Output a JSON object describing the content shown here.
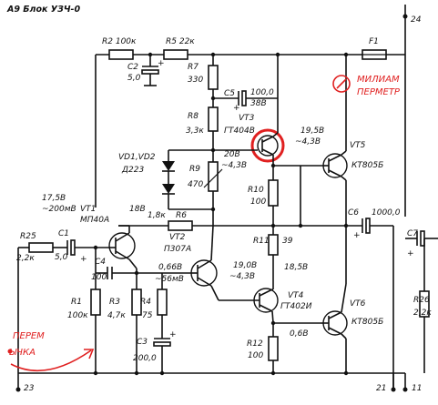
{
  "title": "А9 Блок УЗЧ-0",
  "terminals": {
    "t24": "24",
    "t23": "23",
    "t21": "21",
    "t11": "11"
  },
  "symbols": {
    "plus": "+"
  },
  "notes": {
    "milliammeter_line1": "МИЛИАМ",
    "milliammeter_line2": "ПЕРМЕТР",
    "jumper_line1": "ПЕРЕМ",
    "jumper_line2": "ЫЧКА"
  },
  "components": {
    "r2": "R2  100к",
    "r5": "R5  22к",
    "f1": "F1",
    "c2": "C2",
    "c2_value": "5,0",
    "r7": "R7",
    "r7_value": "330",
    "c5": "C5",
    "c5_value": "100,0",
    "c5_voltage": "38В",
    "r8": "R8",
    "r8_value": "3,3к",
    "vt3": "VT3",
    "vt3_type": "ГТ404В",
    "vt5": "VT5",
    "vt5_type": "КТ805Б",
    "r9": "R9",
    "r9_value": "470",
    "vd": "VD1,VD2",
    "vd_type": "Д223",
    "r10": "R10",
    "r10_value": "100",
    "r6": "R6",
    "c6": "C6",
    "c6_value": "1000,0",
    "r11": "R11",
    "r11_value": "39",
    "vt4": "VT4",
    "vt4_type": "ГТ402И",
    "vt6": "VT6",
    "vt6_type": "КТ805Б",
    "r12": "R12",
    "r12_value": "100",
    "c7": "C7",
    "r26": "R26",
    "r26_value": "2,2к",
    "r25": "R25",
    "r25_value": "2,2к",
    "c1": "C1",
    "c1_value": "5,0",
    "vt1": "VT1",
    "vt1_type": "МП40А",
    "r1": "R1",
    "r1_value": "100к",
    "c4": "C4",
    "c4_value": "100",
    "r3": "R3",
    "r3_value": "4,7к",
    "vt2": "VT2",
    "vt2_type": "П307А",
    "r4": "R4",
    "r4_value": "75",
    "c3": "C3",
    "c3_value": "200,0"
  },
  "measurements": {
    "v_19_5": "19,5В",
    "v_minus_4_3a": "~4,3В",
    "v_20": "20В",
    "v_minus_4_3b": "~4,3В",
    "i_1_8": "1,8к",
    "v_18_5": "18,5В",
    "v_19_0": "19,0В",
    "v_minus_4_3c": "~4,3В",
    "v_0_6": "0,6В",
    "v_17_5": "17,5В",
    "mv_minus_200": "~200мВ",
    "v_18": "18В",
    "v_0_66": "0,66В",
    "mv_minus_56": "~56мВ"
  }
}
